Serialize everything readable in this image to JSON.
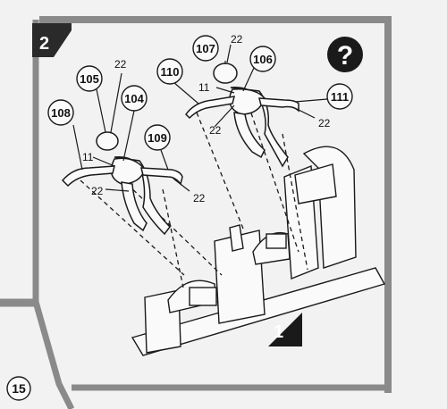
{
  "step": {
    "number": "2"
  },
  "subassembly": {
    "number": "1"
  },
  "page": {
    "number": "15"
  },
  "help": {
    "icon": "question-mark-icon",
    "glyph": "?"
  },
  "parts": {
    "p107": "107",
    "p106": "106",
    "p110": "110",
    "p111": "111",
    "p105": "105",
    "p104": "104",
    "p108": "108",
    "p109": "109"
  },
  "colors": {
    "code_top_figure_head": "22",
    "code_top_figure_left_arm": "22",
    "code_top_figure_right_arm": "22",
    "code_top_figure_torso": "11",
    "code_front_figure_head": "22",
    "code_front_figure_torso": "11",
    "code_front_figure_left_arm": "22",
    "code_front_figure_right_arm": "22"
  },
  "palette": {
    "ink": "#1a1a1a",
    "panel": "#8a8a8a",
    "paper": "#f2f2f3"
  }
}
